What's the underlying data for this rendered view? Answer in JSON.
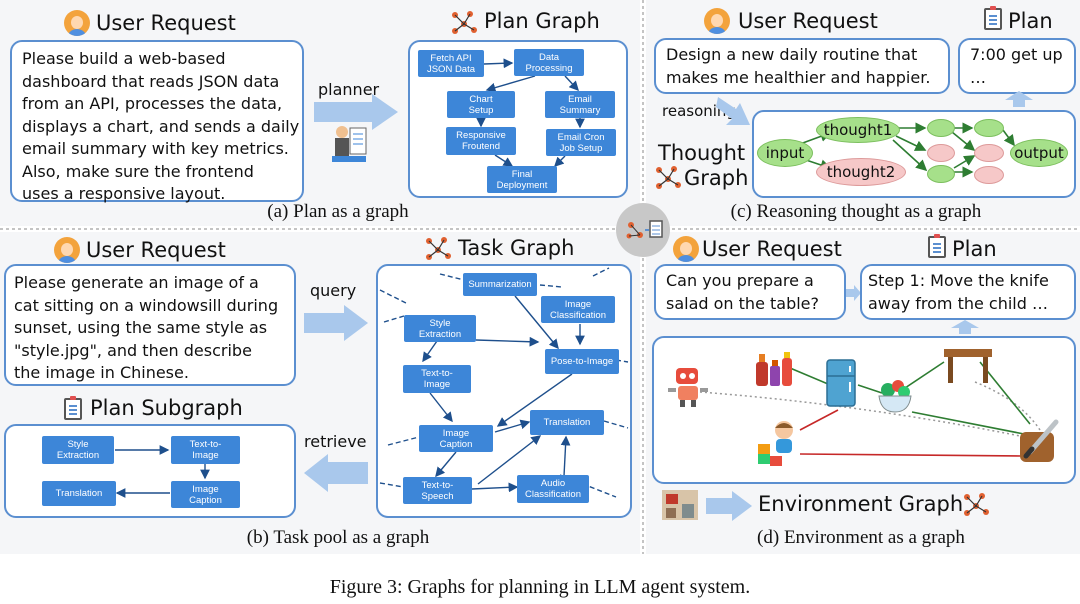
{
  "panel_a": {
    "user_request_title": "User Request",
    "request_text": "Please build a web-based\ndashboard that reads JSON data\nfrom an API, processes the data,\ndisplays a chart, and sends a daily\nemail summary with key metrics.\nAlso, make sure the frontend\nuses a responsive layout.",
    "arrow_label": "planner",
    "graph_title": "Plan Graph",
    "nodes": {
      "fetch": "Fetch API\nJSON Data",
      "processing": "Data\nProcessing",
      "chart": "Chart\nSetup",
      "email_summary": "Email\nSummary",
      "responsive": "Responsive\nFroutend",
      "email_cron": "Email Cron\nJob Setup",
      "final": "Final\nDeployment"
    },
    "caption": "(a) Plan as a graph"
  },
  "panel_b": {
    "user_request_title": "User Request",
    "request_text": "Please generate an image of a\ncat sitting on a windowsill during\nsunset, using the same style as\n\"style.jpg\", and then describe\nthe image in Chinese.",
    "query_label": "query",
    "retrieve_label": "retrieve",
    "task_graph_title": "Task Graph",
    "subgraph_title": "Plan Subgraph",
    "task_nodes": {
      "summarization": "Summarization",
      "image_classification": "Image\nClassification",
      "style_extraction": "Style\nExtraction",
      "pose_to_image": "Pose-to-Image",
      "text_to_image": "Text-to-\nImage",
      "translation": "Translation",
      "image_caption": "Image\nCaption",
      "text_to_speech": "Text-to-\nSpeech",
      "audio_classification": "Audio\nClassification"
    },
    "sub_nodes": {
      "style_extraction": "Style\nExtraction",
      "text_to_image": "Text-to-\nImage",
      "translation": "Translation",
      "image_caption": "Image\nCaption"
    },
    "caption": "(b) Task pool as a graph"
  },
  "panel_c": {
    "user_request_title": "User Request",
    "request_text": "Design a new daily routine that\nmakes me healthier and happier.",
    "plan_title": "Plan",
    "plan_text": "7:00 get up\n…",
    "reasoning_label": "reasoning",
    "thought_graph_title_1": "Thought",
    "thought_graph_title_2": "Graph",
    "nodes": {
      "input": "input",
      "thought1": "thought1",
      "thought2": "thought2",
      "output": "output"
    },
    "caption": "(c) Reasoning thought as a graph"
  },
  "panel_d": {
    "user_request_title": "User Request",
    "request_text": "Can you prepare a\nsalad on the table?",
    "plan_title": "Plan",
    "plan_text": "Step 1: Move the knife\naway from the child …",
    "env_graph_title": "Environment Graph",
    "caption": "(d) Environment as a graph"
  },
  "figure_caption": "Figure 3: Graphs for planning in LLM agent system.",
  "colors": {
    "node_blue": "#3d86d8",
    "box_border": "#5b8fd0",
    "arrow_light_blue": "#a9c8ec",
    "thought_green": "#a6e08a",
    "thought_pink": "#f6c8c8",
    "edge_green": "#2e7d32",
    "edge_red": "#c62828"
  }
}
